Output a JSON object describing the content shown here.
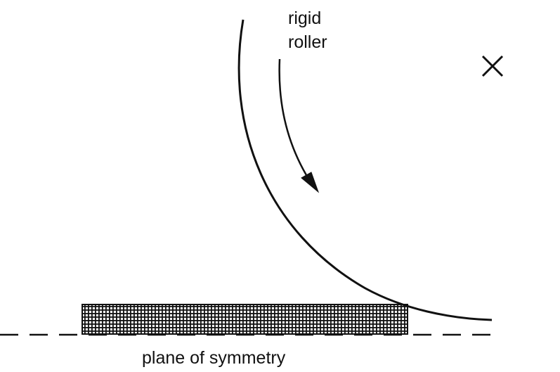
{
  "labels": {
    "roller_line1": "rigid",
    "roller_line2": "roller",
    "plane": "plane of symmetry"
  },
  "icons": {
    "center_mark": "cross-mark-icon",
    "rotation_arrow": "curved-arrow-icon"
  },
  "colors": {
    "ink": "#111111",
    "background": "#ffffff"
  }
}
